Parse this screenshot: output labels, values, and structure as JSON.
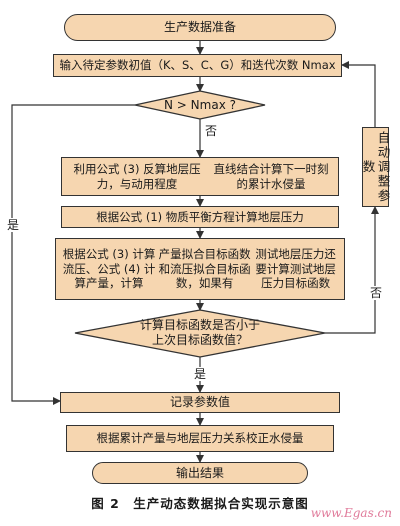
{
  "nodes": {
    "start": "生产数据准备",
    "input": "输入待定参数初值（K、S、C、G）和迭代次数 Nmax",
    "check_iter": "N > Nmax ?",
    "step1_line1": "利用公式 (3) 反算地层压力，与动用程度",
    "step1_line2": "直线结合计算下一时刻的累计水侵量",
    "step2": "根据公式 (1) 物质平衡方程计算地层压力",
    "step3_line1": "根据公式 (3) 计算流压、公式 (4) 计算产量，计算",
    "step3_line2": "产量拟合目标函数和流压拟合目标函数，如果有",
    "step3_line3": "测试地层压力还要计算测试地层压力目标函数",
    "check_obj_line1": "计算目标函数是否小于",
    "check_obj_line2": "上次目标函数值？",
    "record": "记录参数值",
    "correct": "根据累计产量与地层压力关系校正水侵量",
    "end": "输出结果",
    "adjust": "自动调整参数"
  },
  "labels": {
    "no_iter": "否",
    "yes_iter": "是",
    "no_obj": "否",
    "yes_obj": "是"
  },
  "caption": "图 2　生产动态数据拟合实现示意图",
  "watermark": "www.Egas.cn"
}
